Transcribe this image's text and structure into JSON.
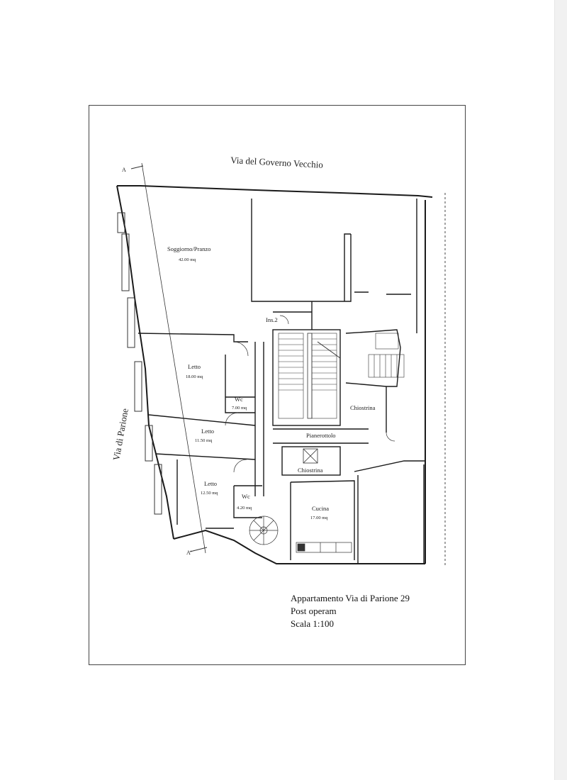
{
  "streets": {
    "north": "Via del Governo Vecchio",
    "west": "Via di Parione"
  },
  "section_marks": {
    "top": "A",
    "bottom": "A'"
  },
  "stair_label": "Ins.2",
  "rooms": [
    {
      "id": "soggiorno",
      "name": "Soggiorno/Pranzo",
      "area": "42.00 mq"
    },
    {
      "id": "letto-1",
      "name": "Letto",
      "area": "18.00 mq"
    },
    {
      "id": "wc-1",
      "name": "Wc",
      "area": "7.00 mq"
    },
    {
      "id": "letto-2",
      "name": "Letto",
      "area": "11.50 mq"
    },
    {
      "id": "letto-3",
      "name": "Letto",
      "area": "12.50 mq"
    },
    {
      "id": "wc-2",
      "name": "Wc",
      "area": "4.20 mq"
    },
    {
      "id": "cucina",
      "name": "Cucina",
      "area": "17.00 mq"
    },
    {
      "id": "chiostrina-1",
      "name": "Chiostrina",
      "area": ""
    },
    {
      "id": "chiostrina-2",
      "name": "Chiostrina",
      "area": ""
    },
    {
      "id": "pianerottolo",
      "name": "Pianerottolo",
      "area": ""
    }
  ],
  "caption": {
    "line1": "Appartamento Via di Parione 29",
    "line2": "Post operam",
    "line3": "Scala 1:100"
  },
  "colors": {
    "wall": "#1a1a1a",
    "line": "#333333",
    "paper": "#ffffff"
  }
}
